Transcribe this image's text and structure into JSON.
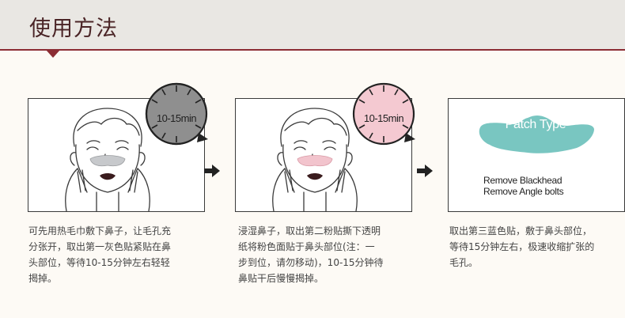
{
  "header": {
    "title": "使用方法"
  },
  "steps": [
    {
      "timer": "10-15min",
      "patch_color": "#c7c9cc",
      "dial_color": "#8f8f8f",
      "description_lines": [
        "可先用热毛巾敷下鼻子，让毛孔充",
        "分张开，取出第一灰色贴紧贴在鼻",
        "头部位，等待10-15分钟左右轻轻",
        "揭掉。"
      ]
    },
    {
      "timer": "10-15min",
      "patch_color": "#f2c4cd",
      "dial_color": "#f4c9d1",
      "description_lines": [
        "浸湿鼻子，取出第二粉贴撕下透明",
        "纸将粉色面贴于鼻头部位(注：一",
        "步到位，请勿移动)，10-15分钟待",
        "鼻贴干后慢慢揭掉。"
      ]
    },
    {
      "patch_label": "Patch Type",
      "patch_color": "#79c6c1",
      "remove_lines": [
        "Remove Blackhead",
        "Remove Angle bolts"
      ],
      "description_lines": [
        "取出第三蓝色贴，敷于鼻头部位，",
        "等待15分钟左右，极速收缩扩张的",
        "毛孔。"
      ]
    }
  ]
}
